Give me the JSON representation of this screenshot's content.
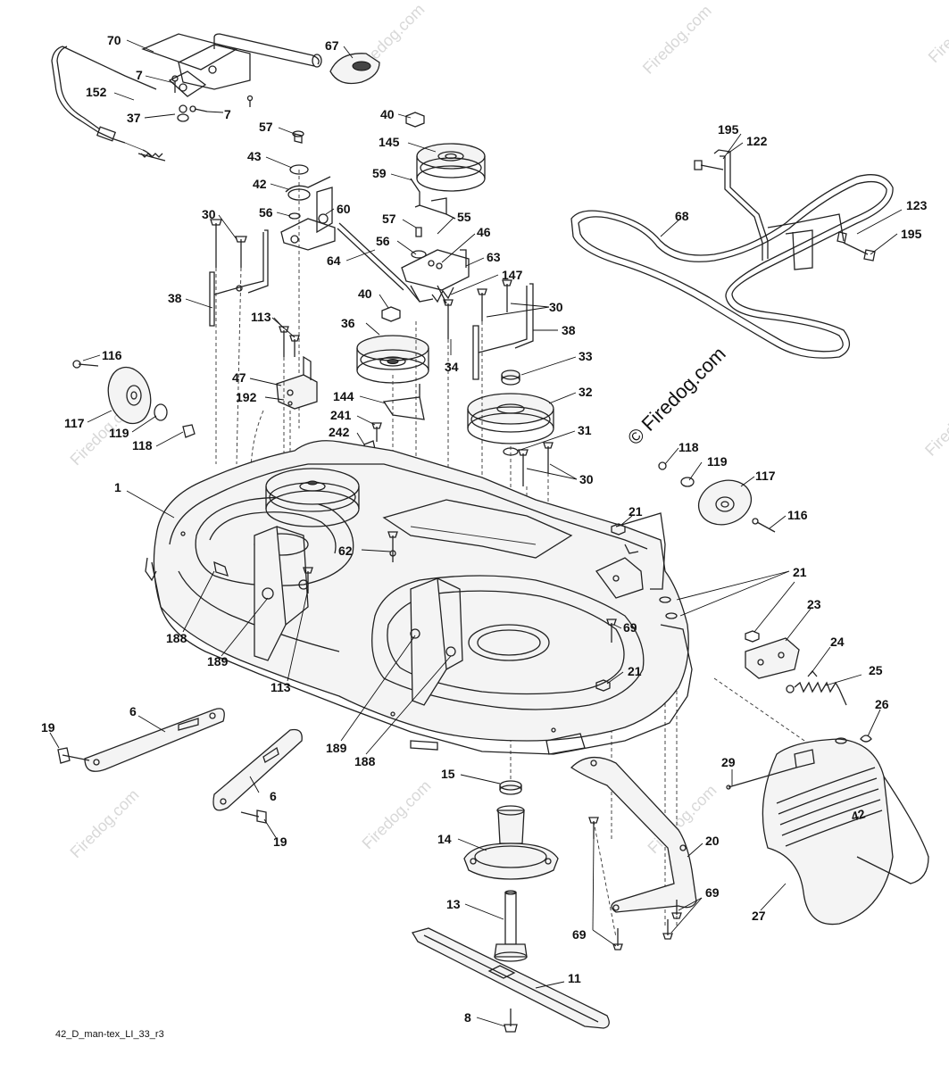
{
  "diagram": {
    "drawing_code": "42_D_man-tex_LI_33_r3",
    "watermark": "Firedog.com",
    "watermark_main": "© Firedog.com",
    "deck_badge": "42",
    "callouts": {
      "c70": "70",
      "c67": "67",
      "c7a": "7",
      "c7b": "7",
      "c152": "152",
      "c37": "37",
      "c57a": "57",
      "c43": "43",
      "c42": "42",
      "c56a": "56",
      "c60": "60",
      "c30a": "30",
      "c64": "64",
      "c38a": "38",
      "c113a": "113",
      "c116a": "116",
      "c117a": "117",
      "c119a": "119",
      "c118a": "118",
      "c47": "47",
      "c192": "192",
      "c40a": "40",
      "c145": "145",
      "c59": "59",
      "c57b": "57",
      "c55": "55",
      "c56b": "56",
      "c46": "46",
      "c63": "63",
      "c147": "147",
      "c40b": "40",
      "c36": "36",
      "c30b": "30",
      "c38b": "38",
      "c34": "34",
      "c33": "33",
      "c144": "144",
      "c32": "32",
      "c241": "241",
      "c242": "242",
      "c31": "31",
      "c30c": "30",
      "c195a": "195",
      "c122": "122",
      "c68": "68",
      "c123": "123",
      "c195b": "195",
      "c1": "1",
      "c118b": "118",
      "c119b": "119",
      "c117b": "117",
      "c116b": "116",
      "c21a": "21",
      "c62": "62",
      "c188a": "188",
      "c189a": "189",
      "c113b": "113",
      "c21b": "21",
      "c23": "23",
      "c69a": "69",
      "c24": "24",
      "c21c": "21",
      "c25": "25",
      "c189b": "189",
      "c188b": "188",
      "c6a": "6",
      "c19a": "19",
      "c26": "26",
      "c6b": "6",
      "c19b": "19",
      "c15": "15",
      "c29": "29",
      "c14": "14",
      "c20": "20",
      "c13": "13",
      "c69b": "69",
      "c69c": "69",
      "c27": "27",
      "c11": "11",
      "c8": "8"
    }
  }
}
